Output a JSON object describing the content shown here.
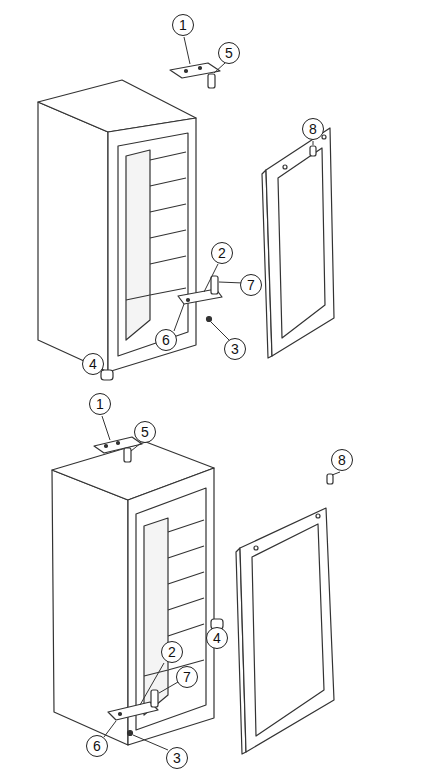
{
  "diagram": {
    "labels": [
      "1",
      "5",
      "8",
      "2",
      "7",
      "6",
      "3",
      "4",
      "1",
      "5",
      "8",
      "2",
      "7",
      "6",
      "3",
      "4"
    ]
  }
}
